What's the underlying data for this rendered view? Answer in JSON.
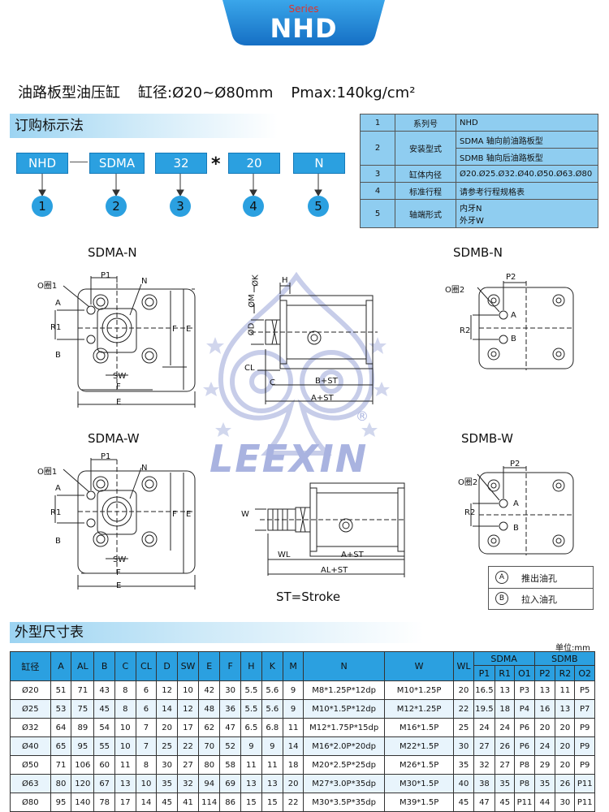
{
  "header": {
    "series_small": "Series",
    "series_name": "NHD",
    "tab_color": "#1f8fdc"
  },
  "title": {
    "name": "油路板型油压缸",
    "bore": "缸径:Ø20~Ø80mm",
    "pressure": "Pmax:140kg/cm²"
  },
  "order": {
    "section_label": "订购标示法",
    "codes": [
      "NHD",
      "SDMA",
      "32",
      "20",
      "N"
    ],
    "star": "*",
    "numbers": [
      "1",
      "2",
      "3",
      "4",
      "5"
    ]
  },
  "info_table": {
    "rows": [
      {
        "num": "1",
        "key": "系列号",
        "values": [
          "NHD"
        ]
      },
      {
        "num": "2",
        "key": "安装型式",
        "values": [
          "SDMA 轴向前油路板型",
          "SDMB 轴向后油路板型"
        ]
      },
      {
        "num": "3",
        "key": "缸体内径",
        "values": [
          "Ø20.Ø25.Ø32.Ø40.Ø50.Ø63.Ø80"
        ]
      },
      {
        "num": "4",
        "key": "标准行程",
        "values": [
          "请参考行程规格表"
        ]
      },
      {
        "num": "5",
        "key": "轴端形式",
        "values": [
          "内牙N",
          "外牙W"
        ]
      }
    ]
  },
  "diagrams": {
    "sdma_n": "SDMA-N",
    "sdmb_n": "SDMB-N",
    "sdma_w": "SDMA-W",
    "sdmb_w": "SDMB-W",
    "stroke_note": "ST=Stroke",
    "oring1": "O圈1",
    "oring2": "O圈2",
    "labels": {
      "A": "A",
      "B": "B",
      "N": "N",
      "P1": "P1",
      "P2": "P2",
      "R1": "R1",
      "R2": "R2",
      "F": "F",
      "E": "E",
      "SW": "SW",
      "K": "ØK",
      "H": "H",
      "M": "ØM",
      "D": "ØD",
      "CL": "CL",
      "C": "C",
      "BST": "B+ST",
      "AST": "A+ST",
      "W": "W",
      "WL": "WL",
      "ALST": "AL+ST"
    },
    "watermark": "LEEXIN",
    "registered": "®"
  },
  "legend": {
    "rows": [
      {
        "symbol": "A",
        "text": "推出油孔"
      },
      {
        "symbol": "B",
        "text": "拉入油孔"
      }
    ]
  },
  "dimensions": {
    "section_label": "外型尺寸表",
    "unit": "单位:mm",
    "group_sdma": "SDMA",
    "group_sdmb": "SDMB",
    "headers_main": [
      "缸径",
      "A",
      "AL",
      "B",
      "C",
      "CL",
      "D",
      "SW",
      "E",
      "F",
      "H",
      "K",
      "M",
      "N",
      "W",
      "WL"
    ],
    "headers_sub": [
      "P1",
      "R1",
      "O1",
      "P2",
      "R2",
      "O2"
    ],
    "rows": [
      [
        "Ø20",
        "51",
        "71",
        "43",
        "8",
        "6",
        "12",
        "10",
        "42",
        "30",
        "5.5",
        "5.6",
        "9",
        "M8*1.25P*12dp",
        "M10*1.25P",
        "20",
        "16.5",
        "13",
        "P3",
        "13",
        "11",
        "P5"
      ],
      [
        "Ø25",
        "53",
        "75",
        "45",
        "8",
        "6",
        "14",
        "12",
        "48",
        "36",
        "5.5",
        "5.6",
        "9",
        "M10*1.5P*12dp",
        "M12*1.25P",
        "22",
        "19.5",
        "18",
        "P4",
        "16",
        "13",
        "P7"
      ],
      [
        "Ø32",
        "64",
        "89",
        "54",
        "10",
        "7",
        "20",
        "17",
        "62",
        "47",
        "6.5",
        "6.8",
        "11",
        "M12*1.75P*15dp",
        "M16*1.5P",
        "25",
        "24",
        "24",
        "P6",
        "20",
        "20",
        "P9"
      ],
      [
        "Ø40",
        "65",
        "95",
        "55",
        "10",
        "7",
        "25",
        "22",
        "70",
        "52",
        "9",
        "9",
        "14",
        "M16*2.0P*20dp",
        "M22*1.5P",
        "30",
        "27",
        "26",
        "P6",
        "24",
        "20",
        "P9"
      ],
      [
        "Ø50",
        "71",
        "106",
        "60",
        "11",
        "8",
        "30",
        "27",
        "80",
        "58",
        "11",
        "11",
        "18",
        "M20*2.5P*25dp",
        "M26*1.5P",
        "35",
        "32",
        "27",
        "P8",
        "29",
        "20",
        "P9"
      ],
      [
        "Ø63",
        "80",
        "120",
        "67",
        "13",
        "10",
        "35",
        "32",
        "94",
        "69",
        "13",
        "13",
        "20",
        "M27*3.0P*35dp",
        "M30*1.5P",
        "40",
        "38",
        "35",
        "P8",
        "35",
        "26",
        "P11"
      ],
      [
        "Ø80",
        "95",
        "140",
        "78",
        "17",
        "14",
        "45",
        "41",
        "114",
        "86",
        "15",
        "15",
        "22",
        "M30*3.5P*35dp",
        "M39*1.5P",
        "45",
        "47",
        "45",
        "P11",
        "44",
        "30",
        "P11"
      ]
    ]
  }
}
